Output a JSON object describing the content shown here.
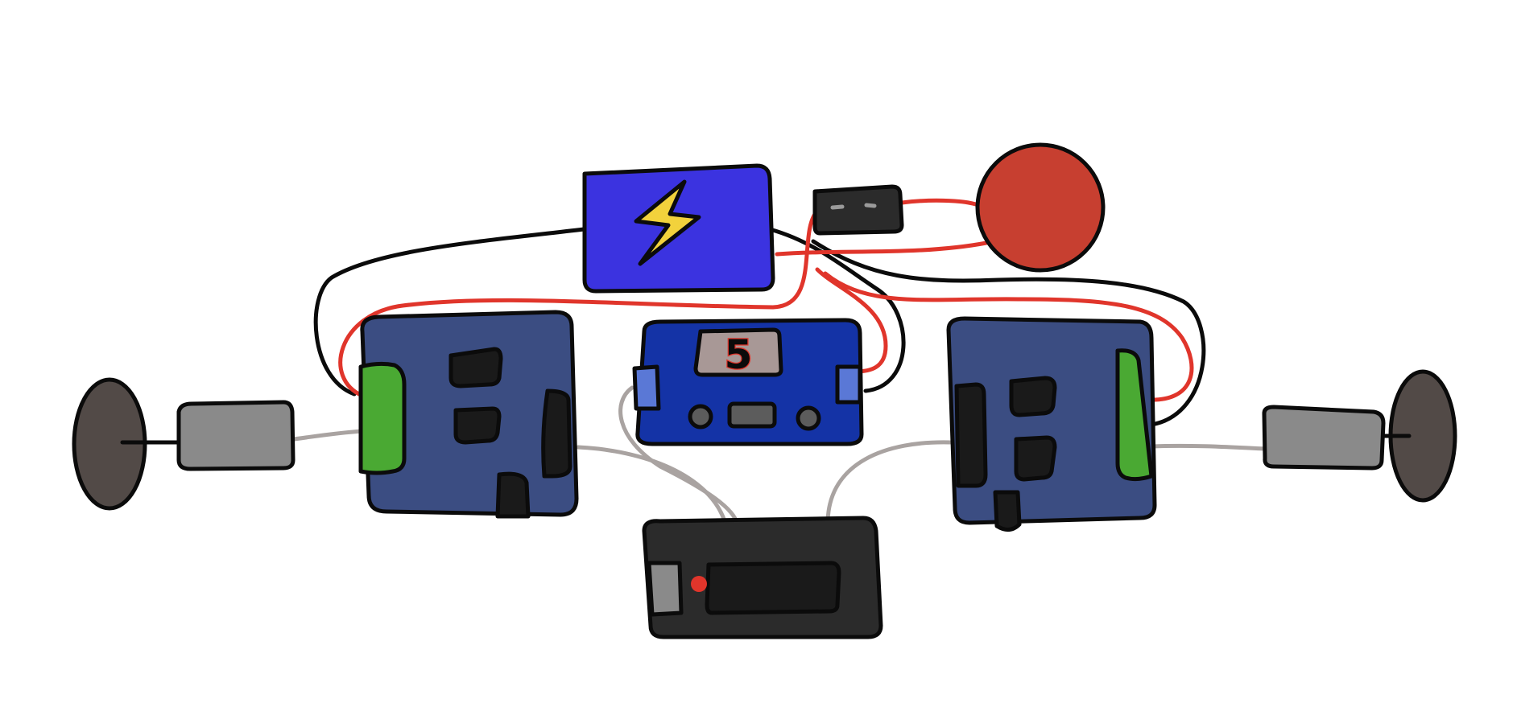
{
  "display": {
    "value": "5"
  },
  "colors": {
    "background": "#ffffff",
    "outline": "#0b0b0b",
    "power_module": "#3b33e0",
    "bolt": "#f2d23c",
    "controller": "#3b4d82",
    "display_module": "#1433a6",
    "accent_blue": "#5a78d6",
    "green_port": "#4aa933",
    "battery": "#2b2b2b",
    "red": "#c73f30",
    "wire_red": "#e0352b",
    "wire_black": "#0b0b0b",
    "wire_gray": "#a9a3a1",
    "motor": "#8a8a8a",
    "wheel": "#524a47"
  },
  "components": [
    {
      "name": "power-module",
      "icon": "lightning-bolt-icon"
    },
    {
      "name": "switch"
    },
    {
      "name": "red-button"
    },
    {
      "name": "display-module"
    },
    {
      "name": "left-controller"
    },
    {
      "name": "right-controller"
    },
    {
      "name": "battery-pack"
    },
    {
      "name": "left-motor"
    },
    {
      "name": "right-motor"
    },
    {
      "name": "left-wheel"
    },
    {
      "name": "right-wheel"
    }
  ]
}
